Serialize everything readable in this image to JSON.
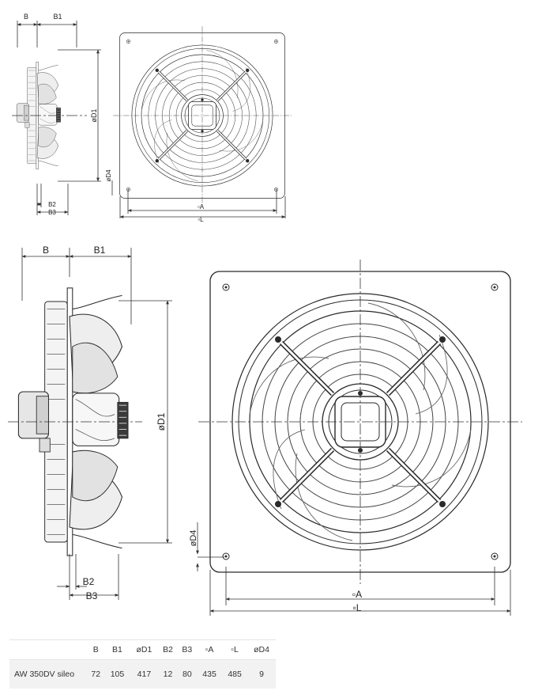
{
  "small_side": {
    "B": "B",
    "B1": "B1",
    "D1": "øD1",
    "D4": "øD4",
    "B2": "B2",
    "B3": "B3"
  },
  "small_front": {
    "A": "▫A",
    "L": "▫L"
  },
  "large_side": {
    "B": "B",
    "B1": "B1",
    "D1": "øD1",
    "D4": "øD4",
    "B2": "B2",
    "B3": "B3"
  },
  "large_front": {
    "A": "▫A",
    "L": "▫L"
  },
  "table": {
    "headers": [
      "",
      "B",
      "B1",
      "øD1",
      "B2",
      "B3",
      "▫A",
      "▫L",
      "øD4"
    ],
    "rows": [
      [
        "AW 350DV sileo",
        "72",
        "105",
        "417",
        "12",
        "80",
        "435",
        "485",
        "9"
      ]
    ]
  }
}
